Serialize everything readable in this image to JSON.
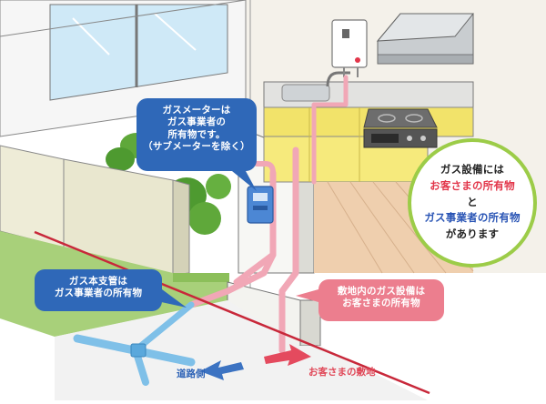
{
  "callouts": {
    "meter_owner": [
      "ガスメーターは",
      "ガス事業者の",
      "所有物です。",
      "（サブメーターを除く）"
    ],
    "main_pipe_owner": [
      "ガス本支管は",
      "ガス事業者の所有物"
    ],
    "onsite_equipment_owner": [
      "敷地内のガス設備は",
      "お客さまの所有物"
    ]
  },
  "ownership_note": {
    "line1": "ガス設備には",
    "line2": "お客さまの所有物",
    "line3": "と",
    "line4": "ガス事業者の所有物",
    "line5": "があります"
  },
  "labels": {
    "road_side": "道路側",
    "customer_property": "お客さまの敷地"
  },
  "colors": {
    "company_blue": "#2f68b8",
    "customer_pink": "#ec7e8e",
    "boundary_red": "#c8283a",
    "circle_border": "#9ccc48",
    "customer_pipe": "#f1a7b6",
    "main_pipe": "#7fc0e8"
  },
  "icons": [
    "water-heater-icon",
    "range-hood-icon",
    "gas-stove-icon",
    "faucet-icon",
    "gas-meter-icon",
    "plant-icon"
  ]
}
